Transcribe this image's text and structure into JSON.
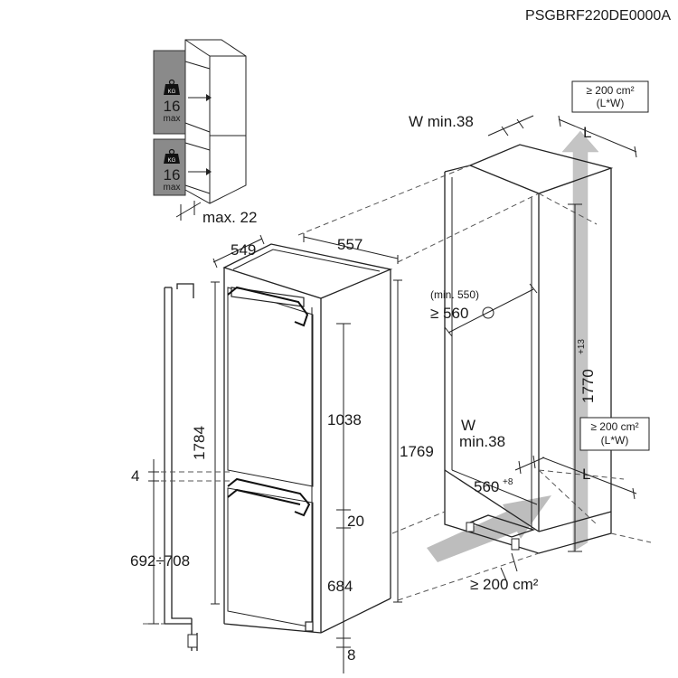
{
  "model_code": "PSGBRF220DE0000A",
  "door_panels": {
    "upper": {
      "weight": "16",
      "unit": "max",
      "icon": "kg-weight-icon"
    },
    "lower": {
      "weight": "16",
      "unit": "max",
      "icon": "kg-weight-icon"
    },
    "panel_thickness": "max. 22"
  },
  "appliance": {
    "width": "549",
    "depth": "557",
    "total_height": "1784",
    "body_height": "1769",
    "upper_door_height": "1038",
    "gap": "20",
    "lower_door_height": "684",
    "bottom_gap": "8"
  },
  "door_fixing": {
    "offset": "4",
    "range": "692÷708"
  },
  "niche": {
    "top_vent_area": "≥ 200 cm²",
    "top_vent_formula": "(L*W)",
    "top_vent_width": "W min.38",
    "top_vent_length": "L",
    "depth_min_text": "(min. 550)",
    "depth_text": "≥ 560",
    "height_base": "1770",
    "height_tol": "+13",
    "bottom_vent_area": "≥ 200 cm²",
    "bottom_vent_formula": "(L*W)",
    "bottom_w_label": "W",
    "bottom_w_min": "min.38",
    "bottom_vent_length": "L",
    "width_base": "560",
    "width_tol": "+8",
    "plinth_vent_area": "≥ 200 cm²"
  },
  "colors": {
    "line": "#222222",
    "arrow": "#b8b8b8",
    "panel": "#8a8a8a"
  }
}
